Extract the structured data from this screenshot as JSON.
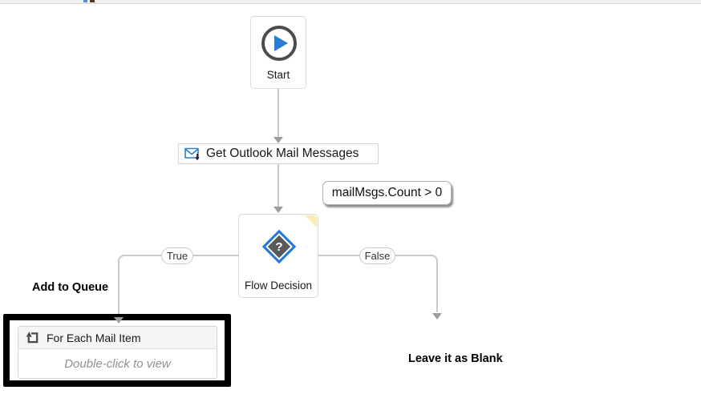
{
  "workflow": {
    "nodes": {
      "start": {
        "label": "Start"
      },
      "get_mail": {
        "label": "Get Outlook Mail Messages"
      },
      "decision": {
        "label": "Flow Decision",
        "condition_tooltip": "mailMsgs.Count > 0"
      },
      "for_each": {
        "title": "For Each Mail Item",
        "placeholder": "Double-click to view"
      }
    },
    "branches": {
      "true_label": "True",
      "false_label": "False"
    },
    "annotations": {
      "true_branch": "Add to Queue",
      "false_branch": "Leave it as Blank"
    },
    "icons": {
      "start": "play-icon",
      "get_mail": "mail-download-icon",
      "decision": "question-diamond-icon",
      "decision_note": "annotation-corner-icon",
      "for_each": "loop-icon"
    },
    "colors": {
      "accent_blue": "#2b7cd3",
      "diamond_blue": "#1f79d3",
      "connector_gray": "#c9c9c9",
      "arrow_gray": "#9e9e9e",
      "highlight_black": "#000000",
      "annotation_yellow": "#fbeab5"
    }
  }
}
